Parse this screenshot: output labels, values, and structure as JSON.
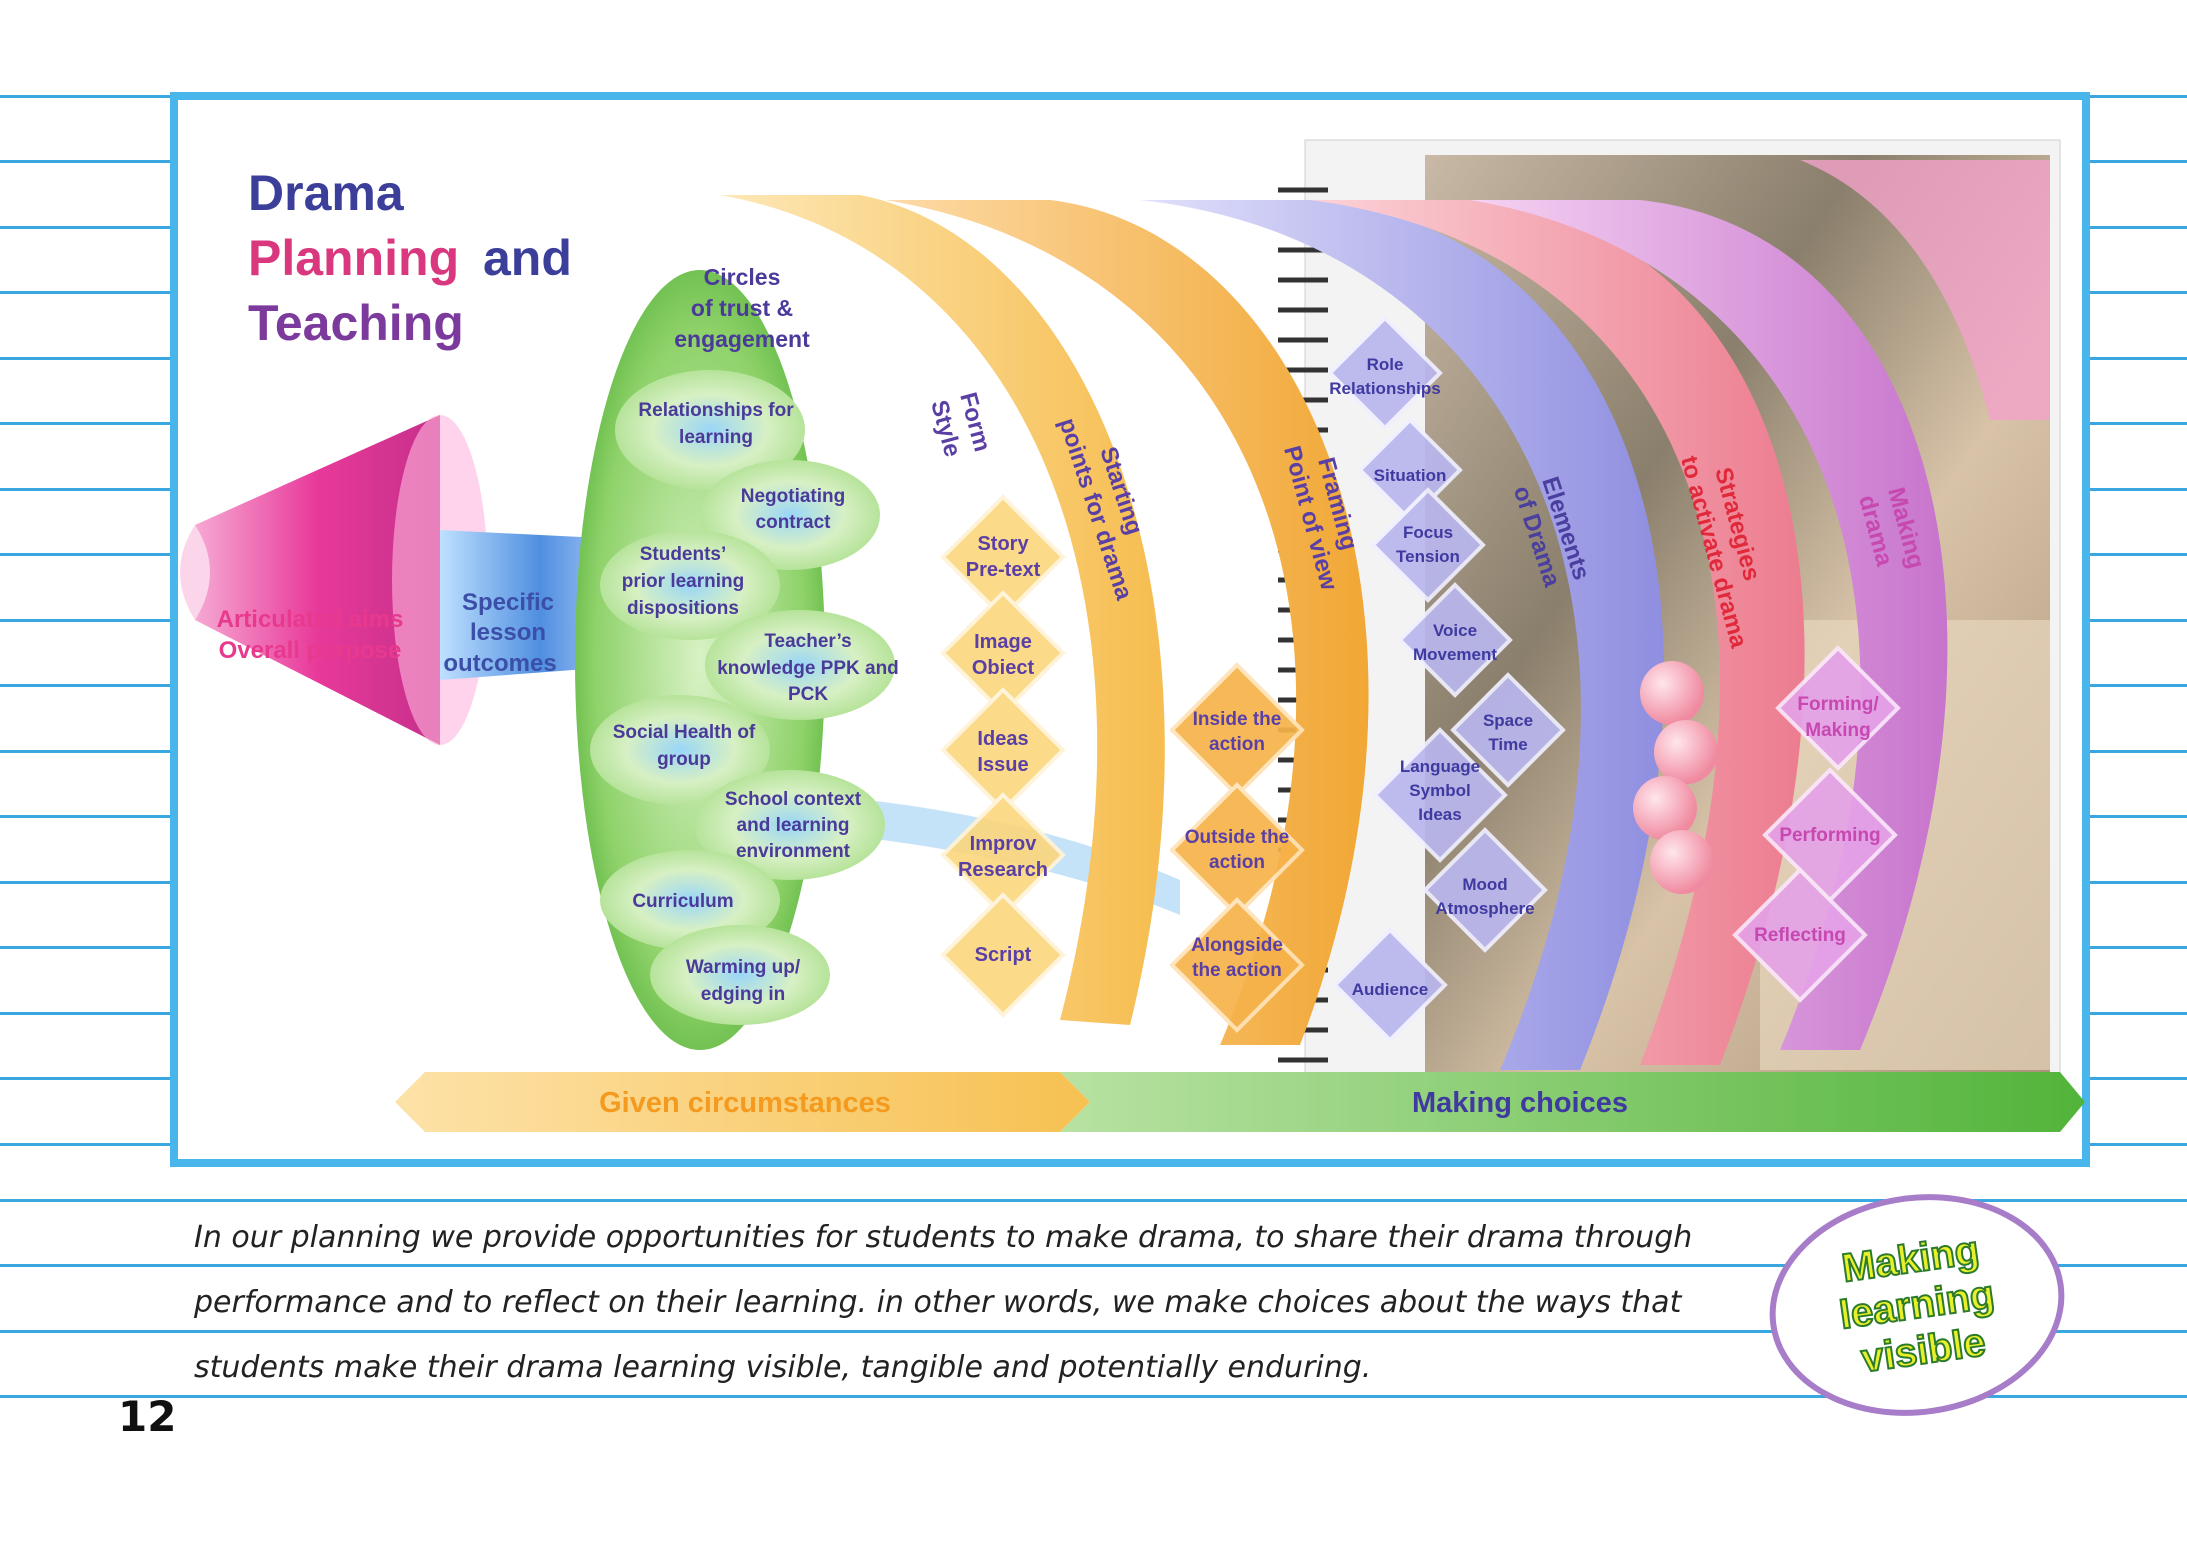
{
  "title": {
    "line1": "Drama",
    "line2a": "Planning",
    "line2b": "and",
    "line3": "Teaching"
  },
  "funnel": {
    "aims_line1": "Articulated aims",
    "aims_line2": "Overall purpose",
    "outcomes_line1": "Specific",
    "outcomes_line2": "lesson",
    "outcomes_line3": "outcomes"
  },
  "circle": {
    "title": [
      "Circles",
      "of trust &",
      "engagement"
    ],
    "relationships": [
      "Relationships for",
      "learning"
    ],
    "negotiating": [
      "Negotiating",
      "contract"
    ],
    "prior": [
      "Students’",
      "prior learning",
      "dispositions"
    ],
    "teacher": [
      "Teacher’s",
      "knowledge PPK and",
      "PCK"
    ],
    "social": [
      "Social Health of",
      "group"
    ],
    "school": [
      "School context",
      "and learning",
      "environment"
    ],
    "curriculum": "Curriculum",
    "warming": [
      "Warming up/",
      "edging in"
    ]
  },
  "arcs": {
    "form_style": [
      "Form",
      "Style"
    ],
    "starting": [
      "Starting",
      "points for drama"
    ],
    "framing": [
      "Framing",
      "Point of view"
    ],
    "elements": [
      "Elements",
      "of Drama"
    ],
    "strategies": [
      "Strategies",
      "to activate drama"
    ],
    "making": [
      "Making",
      "drama"
    ]
  },
  "starting_points": [
    [
      "Story",
      "Pre-text"
    ],
    [
      "Image",
      "Obiect"
    ],
    [
      "Ideas",
      "Issue"
    ],
    [
      "Improv",
      "Research"
    ],
    [
      "Script"
    ]
  ],
  "framing_items": [
    [
      "Inside the",
      "action"
    ],
    [
      "Outside the",
      "action"
    ],
    [
      "Alongside",
      "the action"
    ]
  ],
  "elements_items": [
    [
      "Role",
      "Relationships"
    ],
    [
      "Situation"
    ],
    [
      "Focus",
      "Tension"
    ],
    [
      "Voice",
      "Movement"
    ],
    [
      "Space",
      "Time"
    ],
    [
      "Language",
      "Symbol",
      "Ideas"
    ],
    [
      "Mood",
      "Atmosphere"
    ],
    [
      "Audience"
    ]
  ],
  "making_items": [
    [
      "Forming/",
      "Making"
    ],
    [
      "Performing"
    ],
    [
      "Reflecting"
    ]
  ],
  "bottom_bar": {
    "left": "Given circumstances",
    "right": "Making choices"
  },
  "caption": [
    "In our planning we provide opportunities for students to make drama, to share their drama through",
    "performance and to reflect on their learning. in other words, we make choices about the ways that",
    "students make their drama learning visible, tangible and potentially enduring."
  ],
  "badge": [
    "Making",
    "learning",
    "visible"
  ],
  "page_number": "12"
}
